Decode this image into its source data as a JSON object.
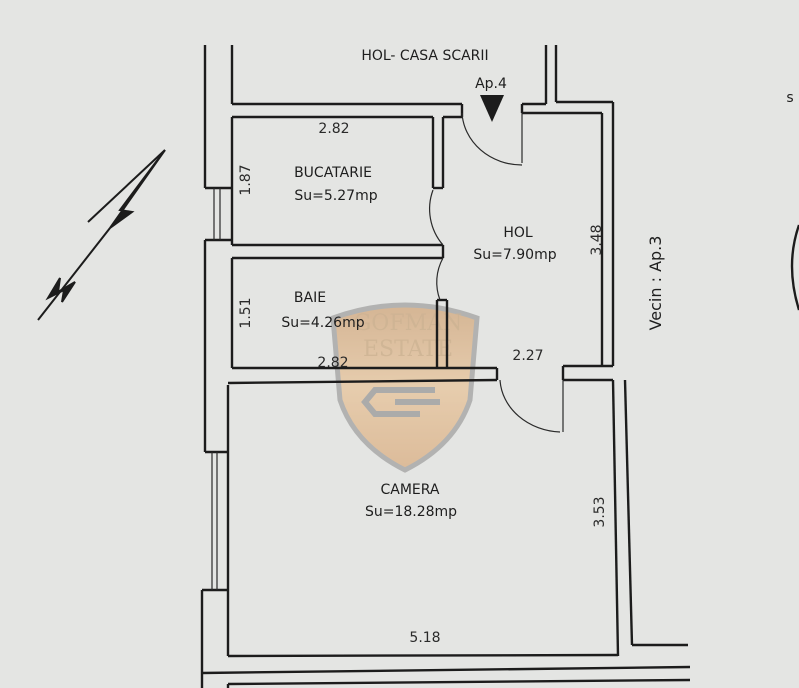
{
  "plan": {
    "stair_hall": "HOL- CASA SCARII",
    "apartment": "Ap.4",
    "neighbor": "Vecin :  Ap.3",
    "edge_text": "s",
    "rooms": {
      "kitchen": {
        "name": "BUCATARIE",
        "area": "Su=5.27mp",
        "width": "2.82",
        "depth": "1.87"
      },
      "hall": {
        "name": "HOL",
        "area": "Su=7.90mp",
        "depth": "3.48",
        "width": "2.27"
      },
      "bath": {
        "name": "BAIE",
        "area": "Su=4.26mp",
        "width": "2.82",
        "depth": "1.51"
      },
      "room": {
        "name": "CAMERA",
        "area": "Su=18.28mp",
        "width": "5.18",
        "depth": "3.53"
      }
    }
  },
  "watermark": {
    "line1": "GOFMAN",
    "line2": "ESTATE",
    "monogram": "GE"
  },
  "colors": {
    "background": "#e4e5e3",
    "ink": "#1c1c1c",
    "watermark": "#c8925a"
  }
}
